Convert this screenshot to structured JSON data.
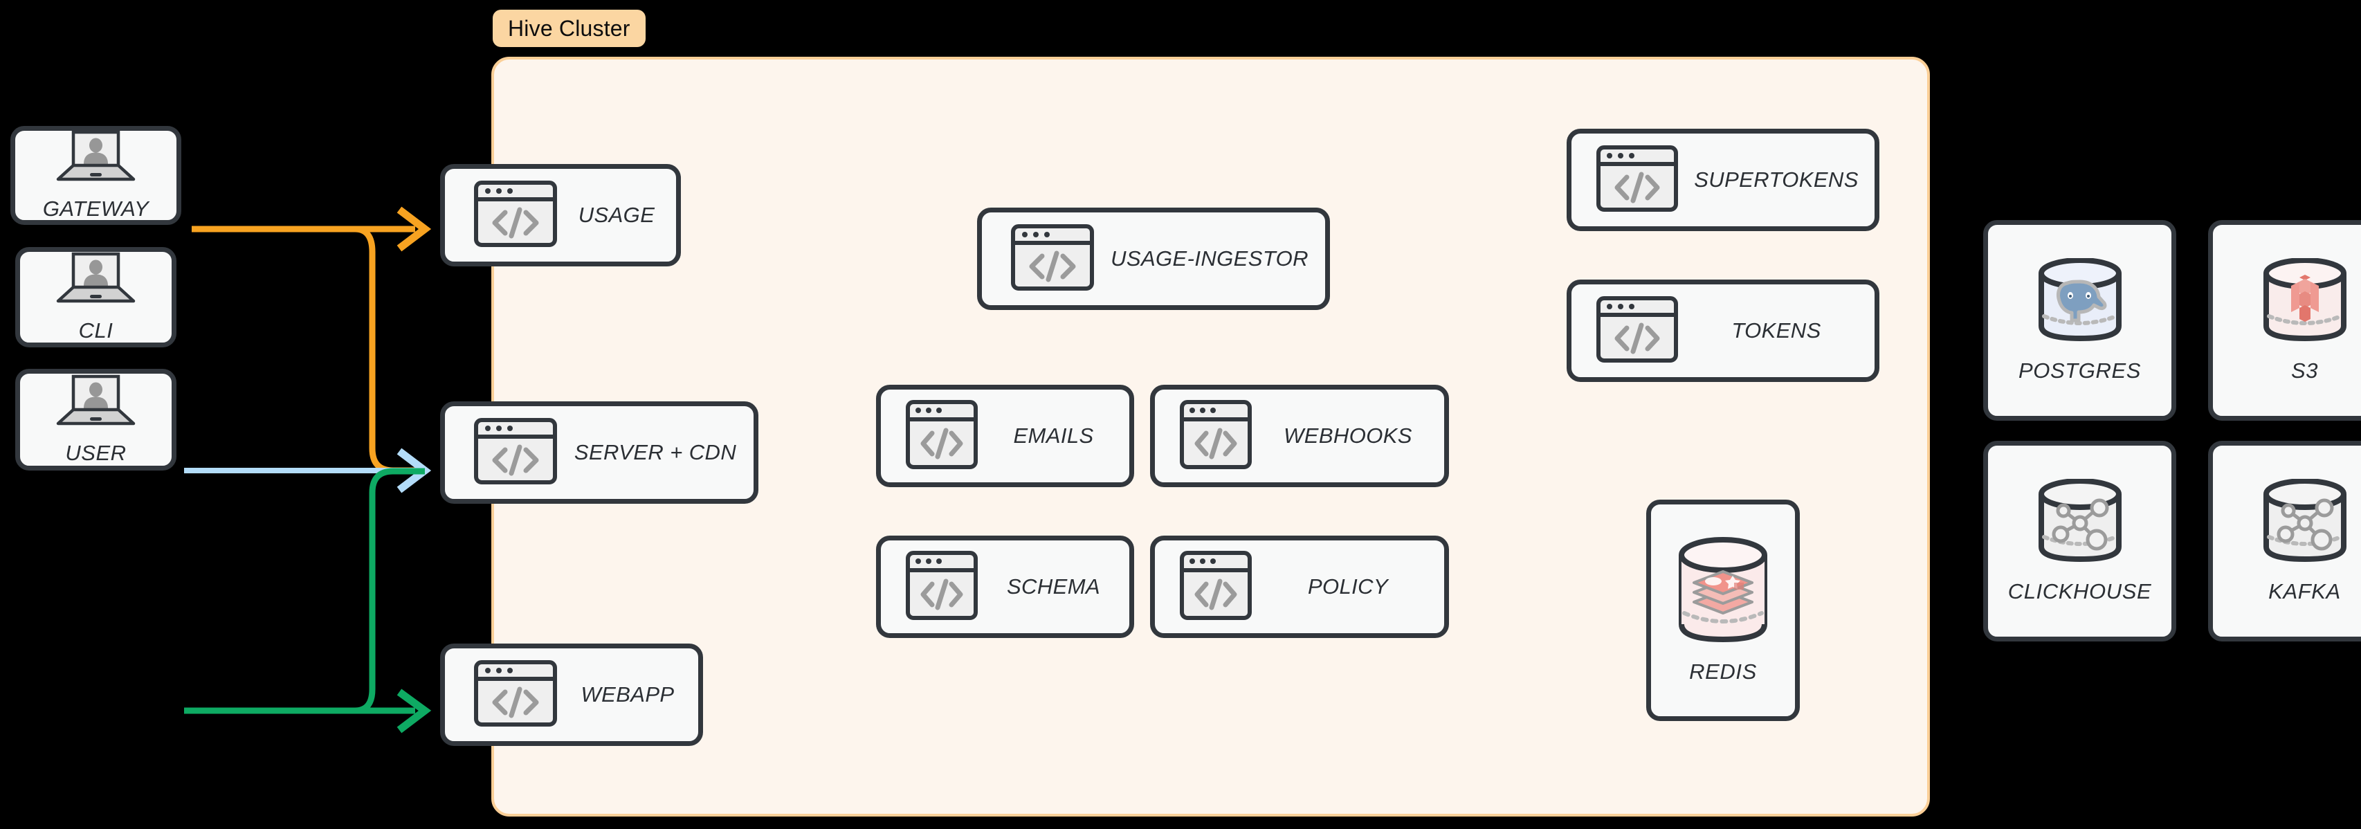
{
  "cluster": {
    "badge_label": "Hive Cluster",
    "badge_bg": "#fbd6a2",
    "panel_bg": "#fdf5ed",
    "panel_border": "#fbcf97"
  },
  "theme": {
    "background": "#000000",
    "card_bg": "#f8f9f9",
    "card_border": "#32373d",
    "label_color": "#2b2f34",
    "icon_gray": "#9b9b9b",
    "icon_panel": "#eeeeee"
  },
  "actors": [
    {
      "id": "gateway",
      "label": "GATEWAY",
      "icon": "laptop-user-icon"
    },
    {
      "id": "cli",
      "label": "CLI",
      "icon": "laptop-user-icon"
    },
    {
      "id": "user",
      "label": "USER",
      "icon": "laptop-user-icon"
    }
  ],
  "edge_services": [
    {
      "id": "usage",
      "label": "USAGE",
      "icon": "code-window-icon"
    },
    {
      "id": "server-cdn",
      "label": "SERVER + CDN",
      "icon": "code-window-icon"
    },
    {
      "id": "webapp",
      "label": "WEBAPP",
      "icon": "code-window-icon"
    }
  ],
  "core_services": [
    {
      "id": "usage-ingestor",
      "label": "USAGE-INGESTOR",
      "icon": "code-window-icon"
    },
    {
      "id": "emails",
      "label": "EMAILS",
      "icon": "code-window-icon"
    },
    {
      "id": "webhooks",
      "label": "WEBHOOKS",
      "icon": "code-window-icon"
    },
    {
      "id": "schema",
      "label": "SCHEMA",
      "icon": "code-window-icon"
    },
    {
      "id": "policy",
      "label": "POLICY",
      "icon": "code-window-icon"
    }
  ],
  "auth_services": [
    {
      "id": "supertokens",
      "label": "SUPERTOKENS",
      "icon": "code-window-icon"
    },
    {
      "id": "tokens",
      "label": "TOKENS",
      "icon": "code-window-icon"
    }
  ],
  "cluster_datastores": [
    {
      "id": "redis",
      "label": "REDIS",
      "icon": "redis-cylinder-icon"
    }
  ],
  "external_datastores": [
    {
      "id": "postgres",
      "label": "POSTGRES",
      "icon": "postgres-cylinder-icon"
    },
    {
      "id": "s3",
      "label": "S3",
      "icon": "s3-cylinder-icon"
    },
    {
      "id": "clickhouse",
      "label": "CLICKHOUSE",
      "icon": "database-cylinder-icon"
    },
    {
      "id": "kafka",
      "label": "KAFKA",
      "icon": "database-cylinder-icon"
    }
  ],
  "connections": [
    {
      "id": "gateway-to-usage",
      "from": "GATEWAY",
      "to": "USAGE",
      "color": "#f8a321",
      "arrow": true
    },
    {
      "id": "gateway-to-server-cdn",
      "from": "GATEWAY",
      "to": "SERVER + CDN",
      "color": "#f8a321",
      "arrow": false
    },
    {
      "id": "cli-to-server-cdn",
      "from": "CLI",
      "to": "SERVER + CDN",
      "color": "#b3dcf9",
      "arrow": true
    },
    {
      "id": "user-to-webapp",
      "from": "USER",
      "to": "WEBAPP",
      "color": "#0eaa63",
      "arrow": true
    },
    {
      "id": "user-to-server-cdn",
      "from": "USER",
      "to": "SERVER + CDN",
      "color": "#0eaa63",
      "arrow": false
    }
  ]
}
